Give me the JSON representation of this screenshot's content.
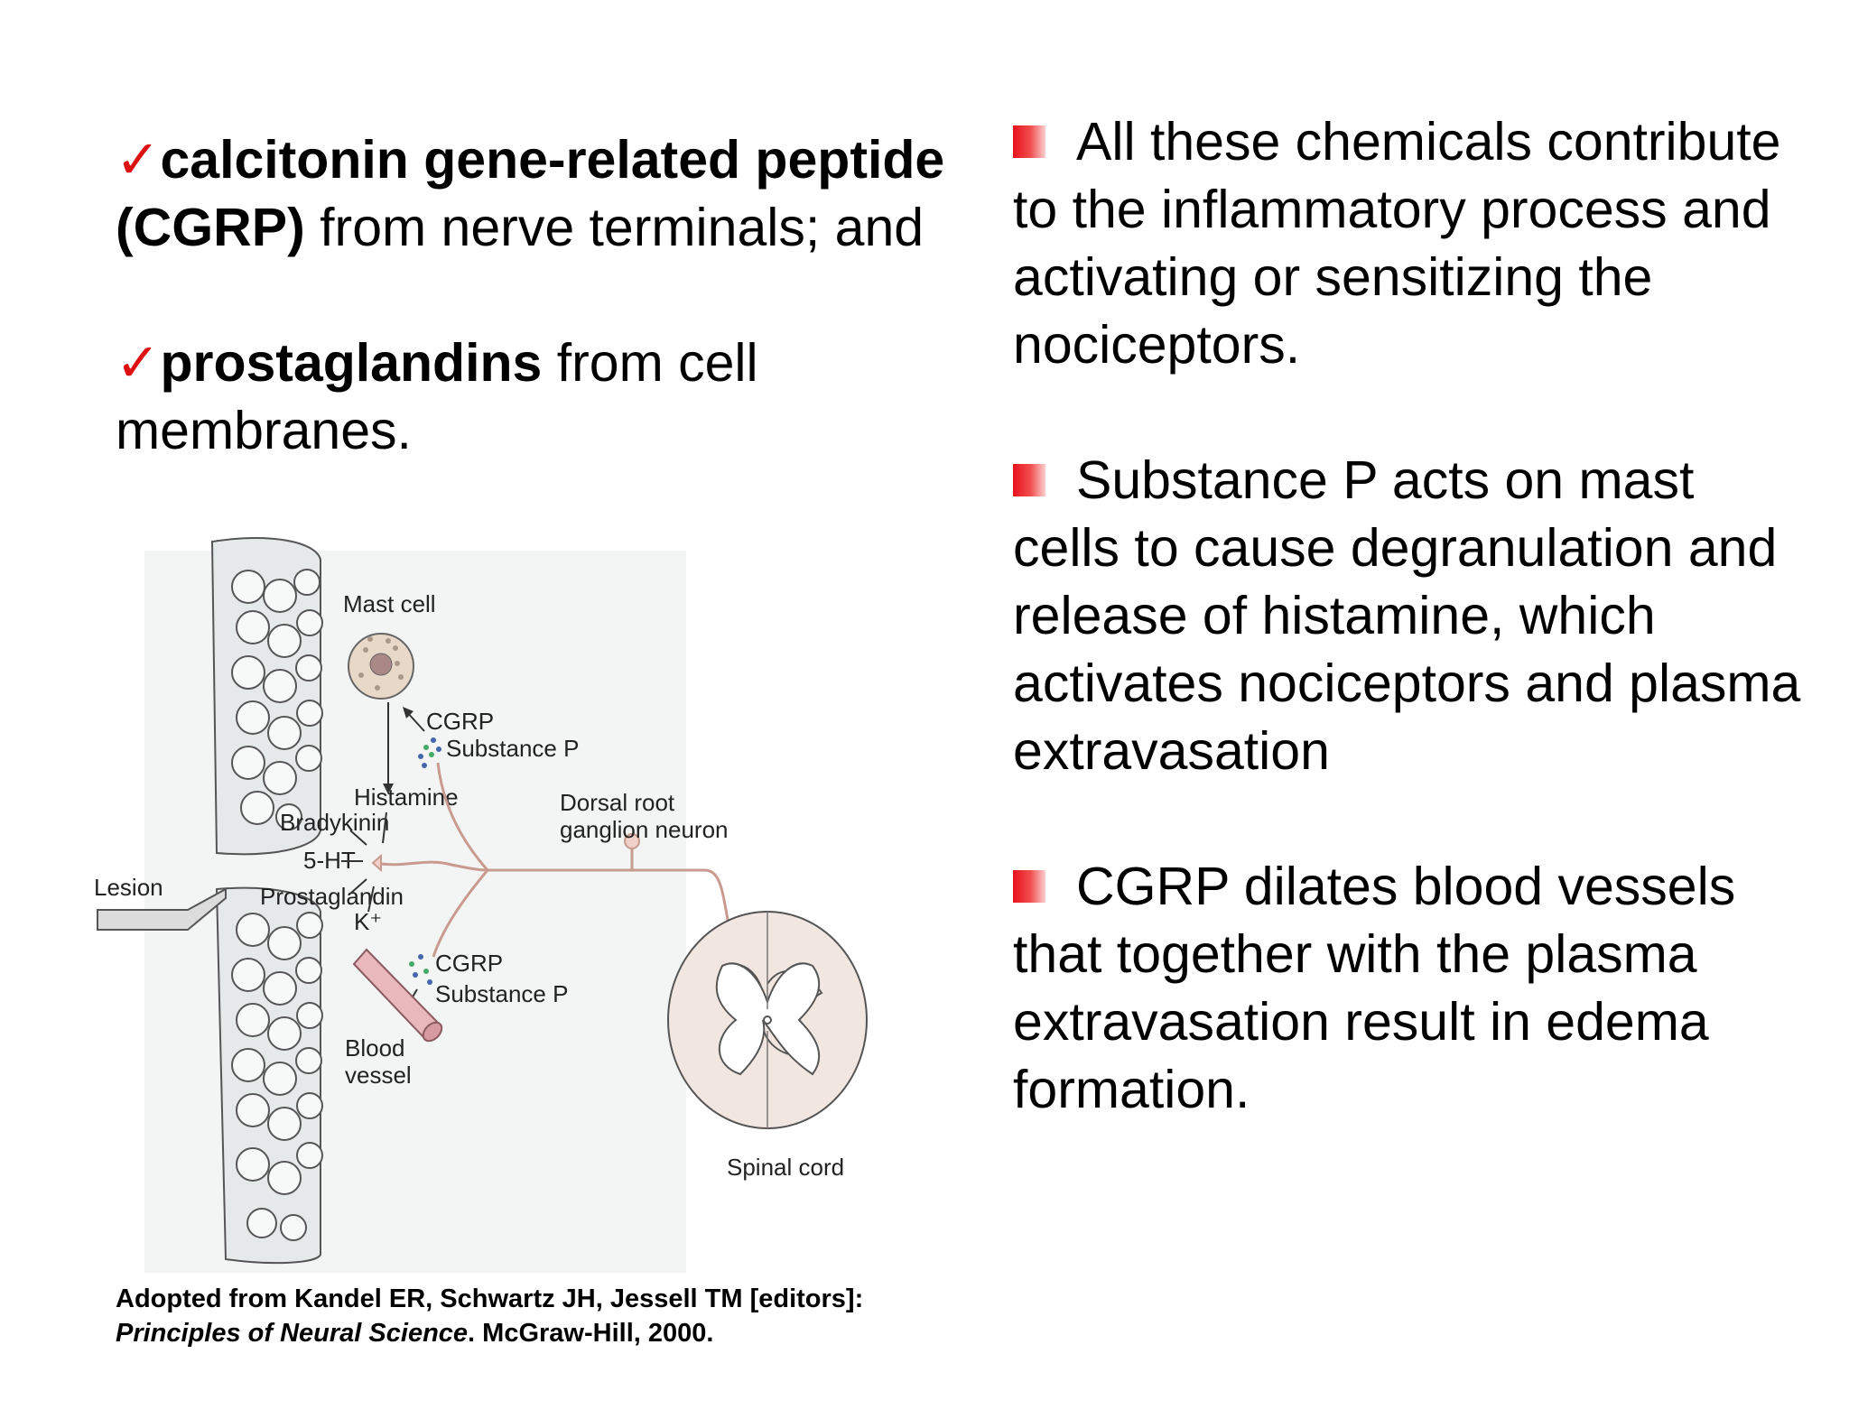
{
  "left": {
    "item1": {
      "check": "✓",
      "bold1": "calcitonin gene-related peptide",
      "bold2": "(CGRP)",
      "rest": " from nerve terminals; and"
    },
    "item2": {
      "check": "✓",
      "bold": "prostaglandins",
      "rest": " from cell membranes."
    }
  },
  "right": {
    "bullets": [
      "All these chemicals contribute to the inflammatory process and activating or sensitizing the nociceptors.",
      "Substance P acts on mast cells to cause degranulation and release of histamine, which activates nociceptors and plasma extravasation",
      "CGRP dilates blood vessels that together with the plasma extravasation result in edema formation."
    ]
  },
  "figure": {
    "labels": {
      "mast_cell": "Mast cell",
      "cgrp_top": "CGRP",
      "substance_p_top": "Substance P",
      "histamine": "Histamine",
      "bradykinin": "Bradykinin",
      "lesion": "Lesion",
      "five_ht": "5-HT",
      "prostaglandin": "Prostaglandin",
      "k_plus": "K⁺",
      "cgrp_bottom": "CGRP",
      "substance_p_bottom": "Substance P",
      "blood": "Blood",
      "vessel": "vessel",
      "dorsal_root": "Dorsal root",
      "ganglion_neuron": "ganglion neuron",
      "spinal_cord": "Spinal cord"
    }
  },
  "citation": {
    "line1": "Adopted from Kandel ER, Schwartz JH, Jessell TM [editors]:",
    "book": "Principles of Neural Science",
    "line2_rest": ". McGraw-Hill, 2000."
  },
  "colors": {
    "check": "#dd1111",
    "bullet": "#e8101a",
    "nerve": "#c99a8e",
    "vessel": "#e9b8bd"
  }
}
